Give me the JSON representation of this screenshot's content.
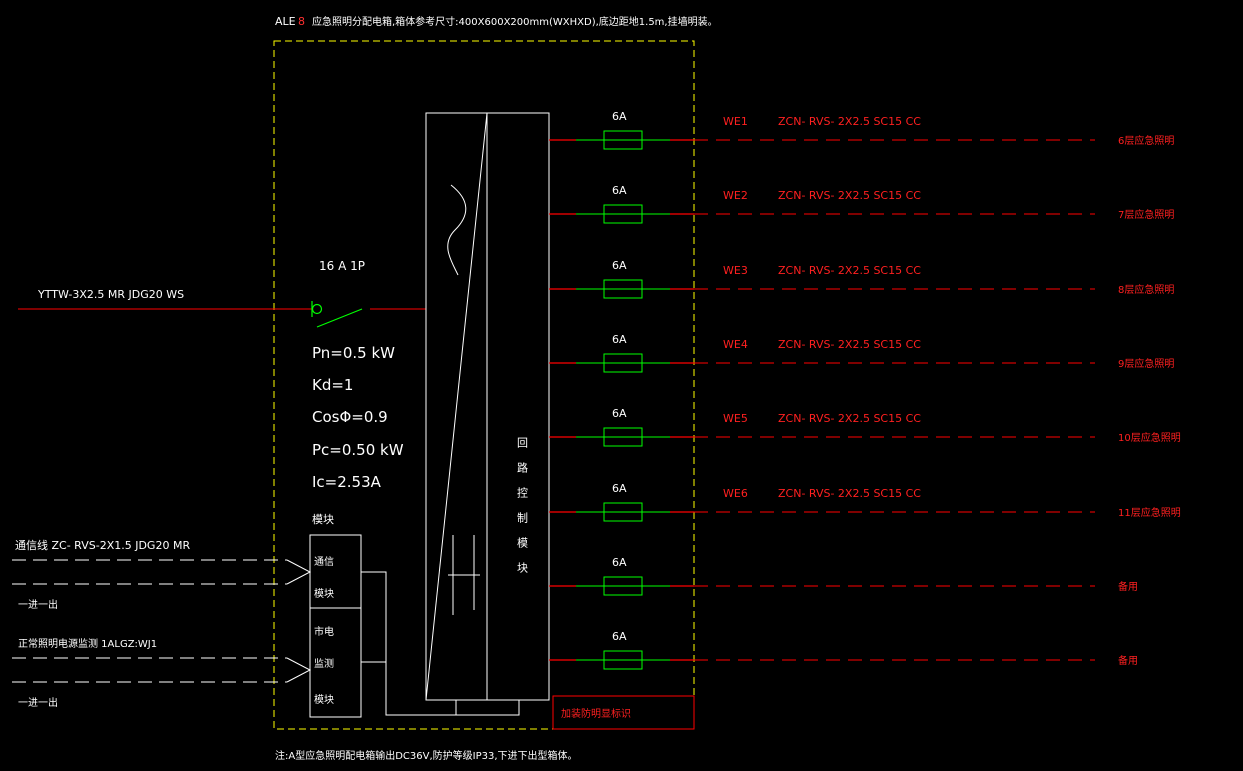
{
  "title": {
    "prefix": "ALE",
    "number": "8",
    "text": "应急照明分配电箱,箱体参考尺寸:400X600X200mm(WXHXD),底边距地1.5m,挂墙明装。"
  },
  "incoming": {
    "cable": "YTTW-3X2.5  MR  JDG20  WS",
    "breaker": "16 A  1P"
  },
  "params": [
    "Pn=0.5 kW",
    "Kd=1",
    "CosΦ=0.9",
    "Pc=0.50 kW",
    "Ic=2.53A"
  ],
  "module_title": "模块",
  "comm": {
    "line_label": "通信线  ZC- RVS-2X1.5  JDG20  MR",
    "note": "一进一出",
    "module_l1": "通信",
    "module_l2": "模块"
  },
  "monitor": {
    "line_label": "正常照明电源监测 1ALGZ:WJ1",
    "note": "一进一出",
    "module_l1": "市电",
    "module_l2": "监测",
    "module_l3": "模块"
  },
  "controller_label": "回路控制模块",
  "circuits": [
    {
      "rating": "6A",
      "id": "WE1",
      "cable": "ZCN- RVS- 2X2.5  SC15  CC",
      "dest": "6层应急照明"
    },
    {
      "rating": "6A",
      "id": "WE2",
      "cable": "ZCN- RVS- 2X2.5  SC15  CC",
      "dest": "7层应急照明"
    },
    {
      "rating": "6A",
      "id": "WE3",
      "cable": "ZCN- RVS- 2X2.5  SC15  CC",
      "dest": "8层应急照明"
    },
    {
      "rating": "6A",
      "id": "WE4",
      "cable": "ZCN- RVS- 2X2.5  SC15  CC",
      "dest": "9层应急照明"
    },
    {
      "rating": "6A",
      "id": "WE5",
      "cable": "ZCN- RVS- 2X2.5  SC15  CC",
      "dest": "10层应急照明"
    },
    {
      "rating": "6A",
      "id": "WE6",
      "cable": "ZCN- RVS- 2X2.5  SC15  CC",
      "dest": "11层应急照明"
    },
    {
      "rating": "6A",
      "id": "",
      "cable": "",
      "dest": "备用"
    },
    {
      "rating": "6A",
      "id": "",
      "cable": "",
      "dest": "备用"
    }
  ],
  "marking_box": "加装防明显标识",
  "footnote": "注:A型应急照明配电箱输出DC36V,防护等级IP33,下进下出型箱体。",
  "colors": {
    "background": "#000000",
    "line_white": "#ffffff",
    "line_red": "#ff0000",
    "line_green": "#00ff00",
    "enclosure_yellow": "#ffff00",
    "text_red": "#ff2020"
  }
}
